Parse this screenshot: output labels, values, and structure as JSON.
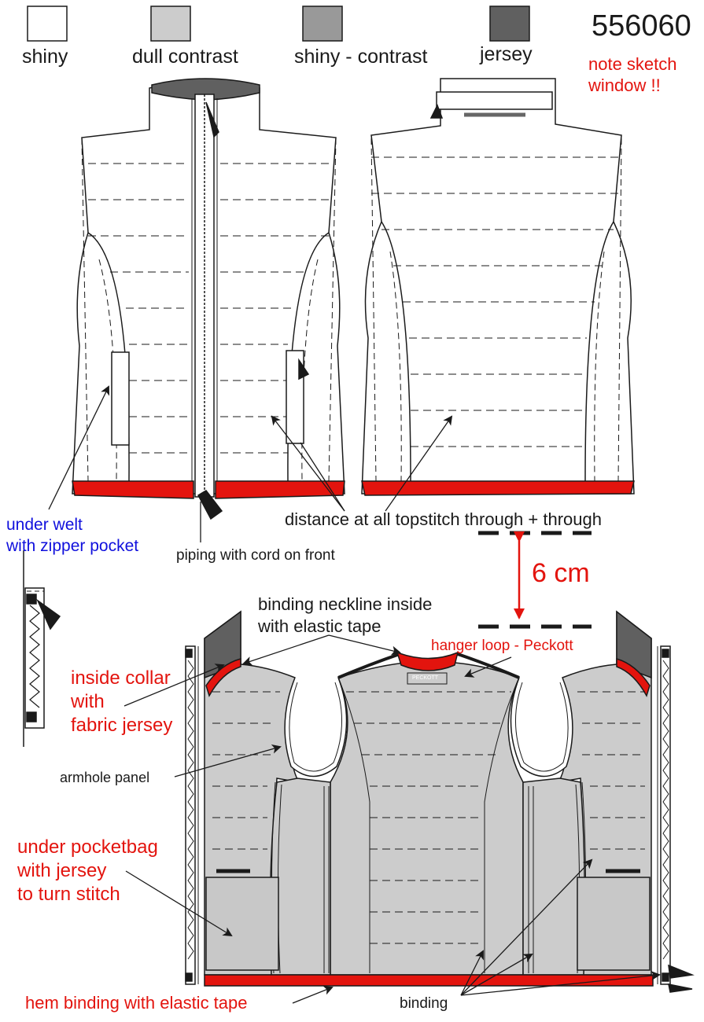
{
  "style_number": "556060",
  "legend": [
    {
      "label": "shiny",
      "color": "#ffffff"
    },
    {
      "label": "dull contrast",
      "color": "#cccccc"
    },
    {
      "label": "shiny - contrast",
      "color": "#999999"
    },
    {
      "label": "jersey",
      "color": "#606060"
    }
  ],
  "notes": {
    "sketch_window": [
      "note sketch",
      "window !!"
    ]
  },
  "labels": {
    "under_welt": [
      "under welt",
      "with zipper pocket"
    ],
    "piping": "piping with cord on front",
    "distance": "distance at all topstitch through + through",
    "measurement": "6 cm",
    "binding_neckline": [
      "binding neckline inside",
      "with elastic tape"
    ],
    "hanger_loop": "hanger loop - Peckott",
    "hanger_tag": "PECKOTT",
    "inside_collar": [
      "inside collar",
      "with",
      "fabric jersey"
    ],
    "armhole_panel": "armhole panel",
    "pocketbag": [
      "under pocketbag",
      "with jersey",
      "to turn stitch"
    ],
    "hem_binding": "hem binding with elastic tape",
    "binding": "binding"
  },
  "colors": {
    "accent_red": "#e3140e",
    "note_blue": "#1010dd",
    "outline": "#1a1a1a"
  }
}
